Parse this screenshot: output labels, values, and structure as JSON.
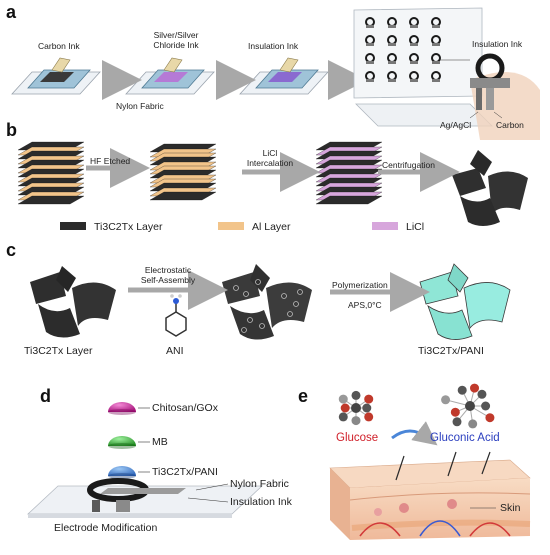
{
  "panels": {
    "a": {
      "letter": "a",
      "carbon_ink": "Carbon Ink",
      "silver_ink": "Silver/Silver\nChloride Ink",
      "insulation_ink": "Insulation Ink",
      "nylon_fabric": "Nylon Fabric",
      "insulation_ink_right": "Insulation Ink",
      "ag_agcl": "Ag/AgCl",
      "carbon": "Carbon"
    },
    "b": {
      "letter": "b",
      "hf_etched": "HF Etched",
      "licl_intercalation": "LiCl\nIntercalation",
      "centrifugation": "Centrifugation",
      "legend_ti": "Ti3C2Tx Layer",
      "legend_al": "Al Layer",
      "legend_licl": "LiCl"
    },
    "c": {
      "letter": "c",
      "electrostatic": "Electrostatic\nSelf-Assembly",
      "polymerization": "Polymerization",
      "aps": "APS,0°C",
      "ti_layer": "Ti3C2Tx  Layer",
      "ani": "ANI",
      "ti_pani": "Ti3C2Tx/PANI"
    },
    "d": {
      "letter": "d",
      "chitosan": "Chitosan/GOx",
      "mb": "MB",
      "ti_pani": "Ti3C2Tx/PANI",
      "nylon_fabric": "Nylon Fabric",
      "insulation_ink": "Insulation Ink",
      "caption": "Electrode Modification"
    },
    "e": {
      "letter": "e",
      "glucose": "Glucose",
      "gluconic": "Gluconic Acid",
      "skin": "Skin"
    }
  },
  "colors": {
    "ti_layer": "#2b2b2b",
    "al_layer": "#f2c48a",
    "licl": "#d7a6dc",
    "pani": "#8fe6d6",
    "arrow": "#a8a8a8",
    "glucose_text": "#d0202a",
    "gluconic_text": "#2b3fbf",
    "chitosan_dot": "#c0198c",
    "mb_dot": "#35b135",
    "pani_dot": "#3b7fd6",
    "skin": "#f3c8a8"
  }
}
